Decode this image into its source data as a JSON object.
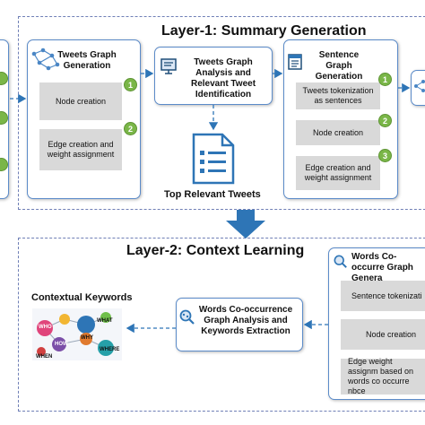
{
  "colors": {
    "frame_border": "#6f7fb6",
    "box_border": "#5b8bc9",
    "step_fill": "#d9d9d9",
    "badge_fill": "#7ab648",
    "arrow_blue": "#2e75b6"
  },
  "layer1": {
    "title": "Layer-1: Summary Generation",
    "tweets_graph": {
      "title": "Tweets Graph Generation",
      "icon": "network-graph-icon",
      "steps": [
        {
          "badge": "1",
          "label": "Node creation"
        },
        {
          "badge": "2",
          "label": "Edge creation and weight assignment"
        }
      ]
    },
    "analysis": {
      "title": "Tweets Graph Analysis and Relevant Tweet Identification",
      "icon": "presentation-icon"
    },
    "top_tweets_label": "Top Relevant Tweets",
    "top_tweets_icon": "document-list-icon",
    "sentence_graph": {
      "title": "Sentence Graph Generation",
      "icon": "document-icon",
      "steps": [
        {
          "badge": "1",
          "label": "Tweets tokenization as sentences"
        },
        {
          "badge": "2",
          "label": "Node creation"
        },
        {
          "badge": "3",
          "label": "Edge creation and weight assignment"
        }
      ]
    }
  },
  "layer2": {
    "title": "Layer-2: Context Learning",
    "contextual_keywords_label": "Contextual Keywords",
    "keyword_words": [
      "WHO",
      "WHAT",
      "HOW",
      "WHY",
      "WHEN",
      "WHERE"
    ],
    "cooc_analysis": {
      "title": "Words Co-occurrence Graph Analysis and Keywords Extraction",
      "icon": "magnifier-graph-icon"
    },
    "cooc_generation": {
      "title": "Words Co-occurre Graph Genera",
      "icon": "magnifier-graph-icon",
      "steps": [
        {
          "label": "Sentence tokenizati"
        },
        {
          "label": "Node creation"
        },
        {
          "label": "Edge weight assignm based on words co occurre nbce"
        }
      ]
    }
  }
}
